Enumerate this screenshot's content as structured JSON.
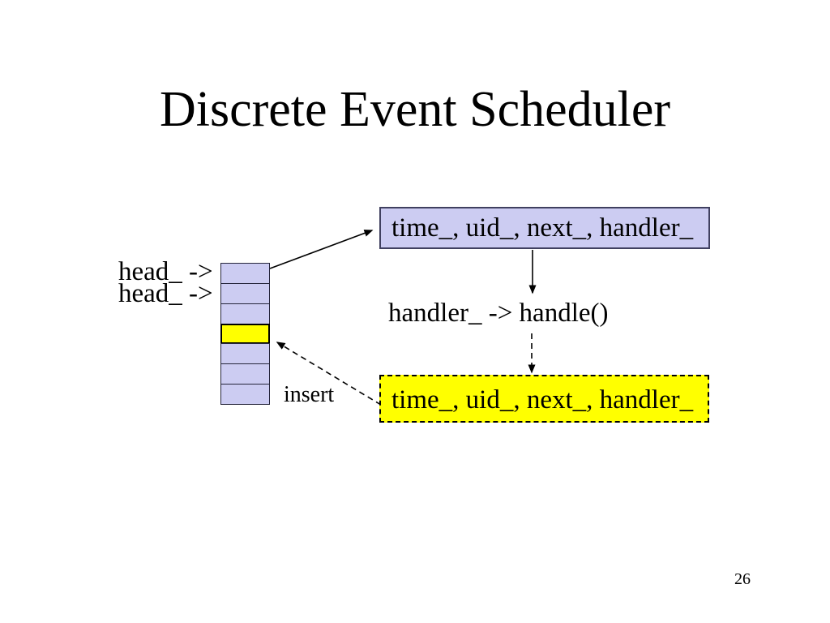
{
  "slide": {
    "title": "Discrete Event Scheduler",
    "page_number": "26",
    "background": "#ffffff"
  },
  "diagram": {
    "head_pointer_labels": [
      "head_ ->",
      "head_ ->"
    ],
    "event_record_box_text": "time_, uid_, next_, handler_",
    "handler_call_text": "handler_ -> handle()",
    "new_event_box_text": "time_, uid_, next_, handler_",
    "insert_label": "insert",
    "queue": {
      "cell_count": 7,
      "highlighted_cell_index": 3
    },
    "colors": {
      "cell_fill": "#ccccf2",
      "highlight_fill": "#ffff00",
      "box_fill": "#ccccf2",
      "box_border": "#404060",
      "cell_border": "#26263c",
      "arrow": "#000000",
      "text": "#000000"
    }
  }
}
